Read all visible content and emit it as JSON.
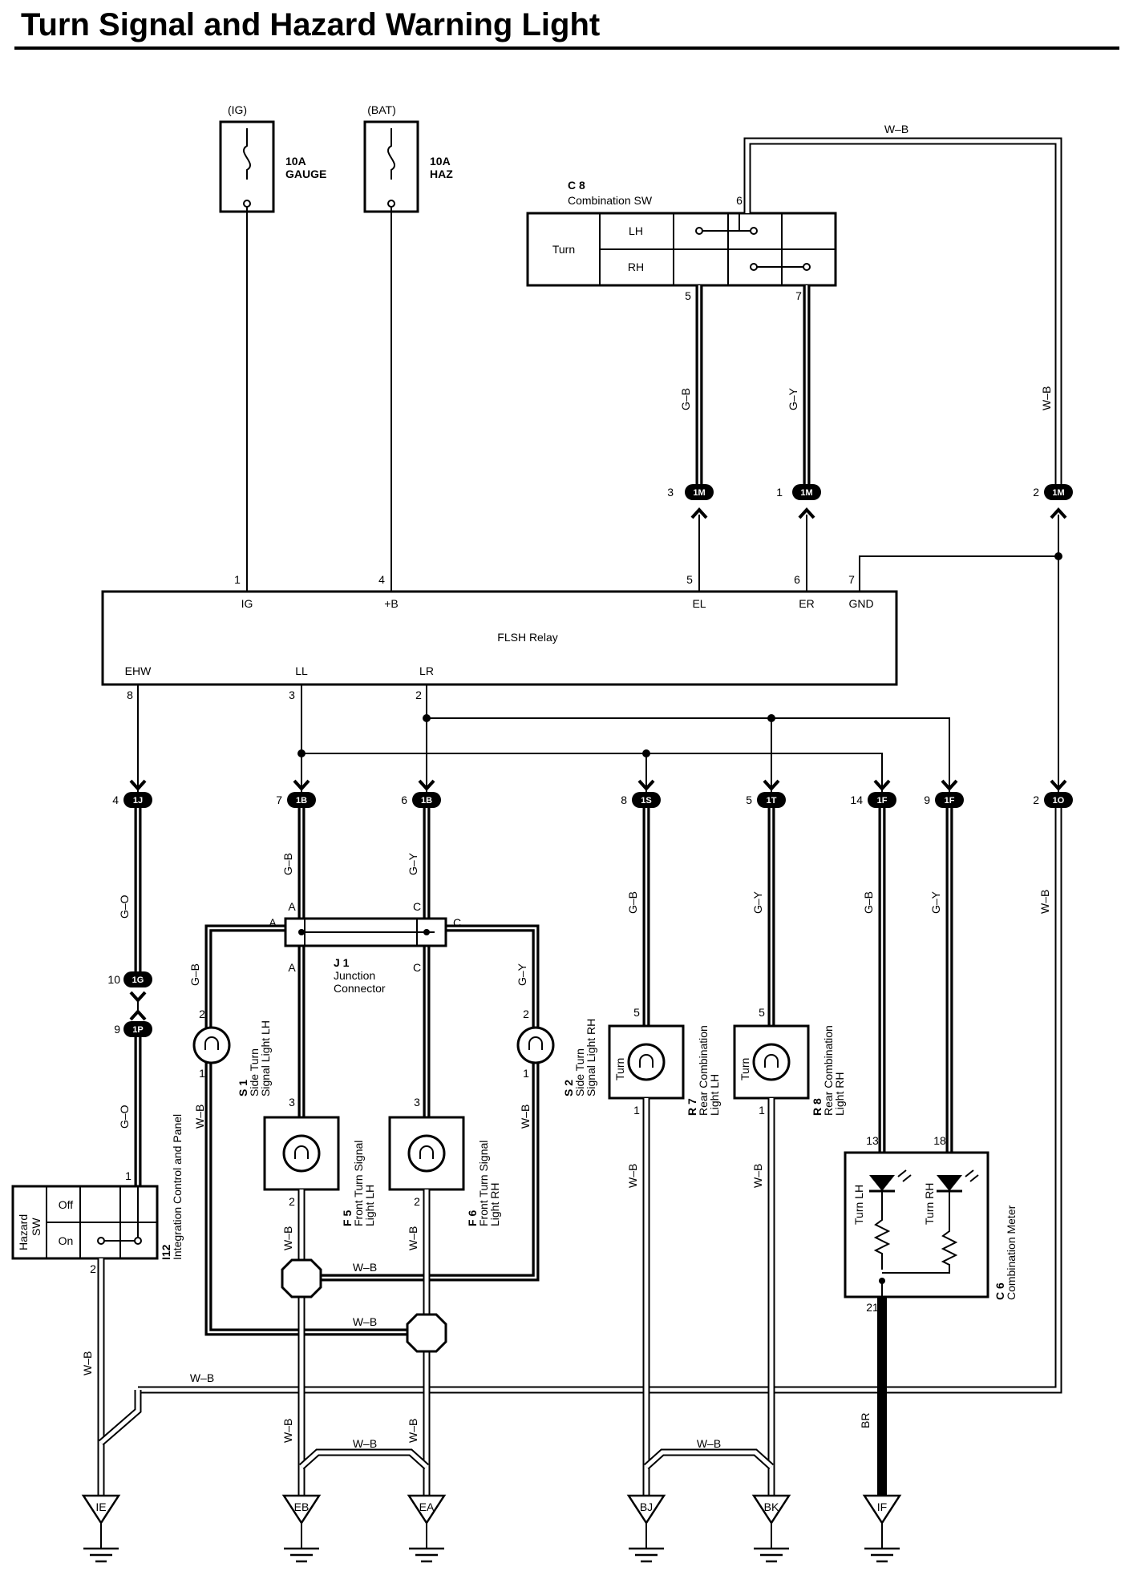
{
  "title": "Turn Signal and Hazard Warning Light",
  "power": {
    "ig_label": "(IG)",
    "ig_fuse_amp": "10A",
    "ig_fuse_name": "GAUGE",
    "bat_label": "(BAT)",
    "bat_fuse_amp": "10A",
    "bat_fuse_name": "HAZ"
  },
  "combination_sw": {
    "code": "C 8",
    "name": "Combination SW",
    "row_label": "Turn",
    "lh": "LH",
    "rh": "RH",
    "pin_top": "6",
    "pin_el": "5",
    "pin_er": "7"
  },
  "relay": {
    "name": "FLSH Relay",
    "pins": {
      "ig": "1",
      "b": "4",
      "el": "5",
      "er": "6",
      "gnd": "7",
      "ehw": "8",
      "ll": "3",
      "lr": "2"
    },
    "terms": {
      "ig": "IG",
      "b": "+B",
      "el": "EL",
      "er": "ER",
      "gnd": "GND",
      "ehw": "EHW",
      "ll": "LL",
      "lr": "LR"
    }
  },
  "connectors": {
    "m_el": {
      "pin": "3",
      "code": "1M"
    },
    "m_er": {
      "pin": "1",
      "code": "1M"
    },
    "m_gnd": {
      "pin": "2",
      "code": "1M"
    },
    "j": {
      "pin": "4",
      "code": "1J"
    },
    "b_ll": {
      "pin": "7",
      "code": "1B"
    },
    "b_lr": {
      "pin": "6",
      "code": "1B"
    },
    "s": {
      "pin": "8",
      "code": "1S"
    },
    "t": {
      "pin": "5",
      "code": "1T"
    },
    "f_lh": {
      "pin": "14",
      "code": "1F"
    },
    "f_rh": {
      "pin": "9",
      "code": "1F"
    },
    "o": {
      "pin": "2",
      "code": "1O"
    },
    "g": {
      "pin": "10",
      "code": "1G"
    },
    "p": {
      "pin": "9",
      "code": "1P"
    }
  },
  "wires": {
    "wb": "W–B",
    "gb": "G–B",
    "gy": "G–Y",
    "go": "G–O",
    "br": "BR"
  },
  "junction": {
    "code": "J 1",
    "name1": "Junction",
    "name2": "Connector",
    "a": "A",
    "c": "C"
  },
  "components": {
    "s1": {
      "code": "S 1",
      "name1": "Side Turn",
      "name2": "Signal Light LH",
      "pin_top": "2",
      "pin_bot": "1"
    },
    "s2": {
      "code": "S 2",
      "name1": "Side Turn",
      "name2": "Signal Light RH",
      "pin_top": "2",
      "pin_bot": "1"
    },
    "f5": {
      "code": "F 5",
      "name1": "Front Turn Signal",
      "name2": "Light LH",
      "pin_top": "3",
      "pin_bot": "2"
    },
    "f6": {
      "code": "F 6",
      "name1": "Front Turn Signal",
      "name2": "Light RH",
      "pin_top": "3",
      "pin_bot": "2"
    },
    "r7": {
      "code": "R 7",
      "name1": "Rear Combination",
      "name2": "Light LH",
      "inner": "Turn",
      "pin_top": "5",
      "pin_bot": "1"
    },
    "r8": {
      "code": "R 8",
      "name1": "Rear Combination",
      "name2": "Light RH",
      "inner": "Turn",
      "pin_top": "5",
      "pin_bot": "1"
    },
    "c6": {
      "code": "C 6",
      "name": "Combination Meter",
      "lh": "Turn LH",
      "rh": "Turn RH",
      "pin_lh": "13",
      "pin_rh": "18",
      "pin_gnd": "21"
    },
    "i12": {
      "code": "I12",
      "name": "Integration Control and Panel"
    },
    "hazard_sw": {
      "name1": "Hazard",
      "name2": "SW",
      "off": "Off",
      "on": "On",
      "pin_top": "1",
      "pin_bot": "2"
    }
  },
  "grounds": [
    "IE",
    "EB",
    "EA",
    "BJ",
    "BK",
    "IF"
  ]
}
